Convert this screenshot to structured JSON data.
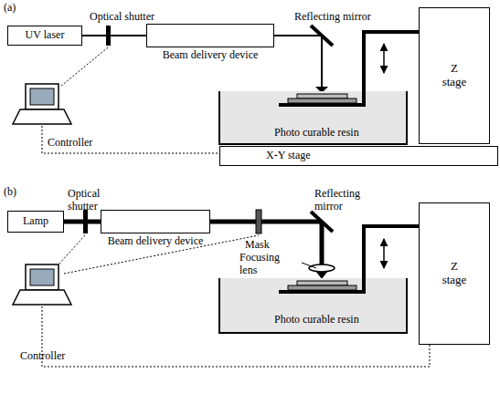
{
  "diagram": {
    "nodes": [
      {
        "text": [
          "UV laser"
        ]
      },
      {
        "text": [
          "Beam delivery device"
        ]
      },
      {
        "text": [
          "Z stage"
        ]
      },
      {
        "text": [
          "X-Y stage"
        ]
      },
      {
        "text": [
          "Lamp"
        ]
      },
      {
        "text": [
          "Beam delivery device"
        ]
      },
      {
        "text": [
          "Z stage"
        ]
      }
    ],
    "edges": [
      {
        "from": 0,
        "to": 1,
        "arrow": "none"
      },
      {
        "from": 4,
        "to": 5,
        "arrow": "none"
      }
    ],
    "labels": [
      "(a)",
      "Optical shutter",
      "Reflecting mirror",
      "Photo curable resin",
      "Controller",
      "(b)",
      "Optical shutter",
      "Mask",
      "Reflecting mirror",
      "Focusing lens",
      "Photo curable resin",
      "Controller"
    ]
  }
}
